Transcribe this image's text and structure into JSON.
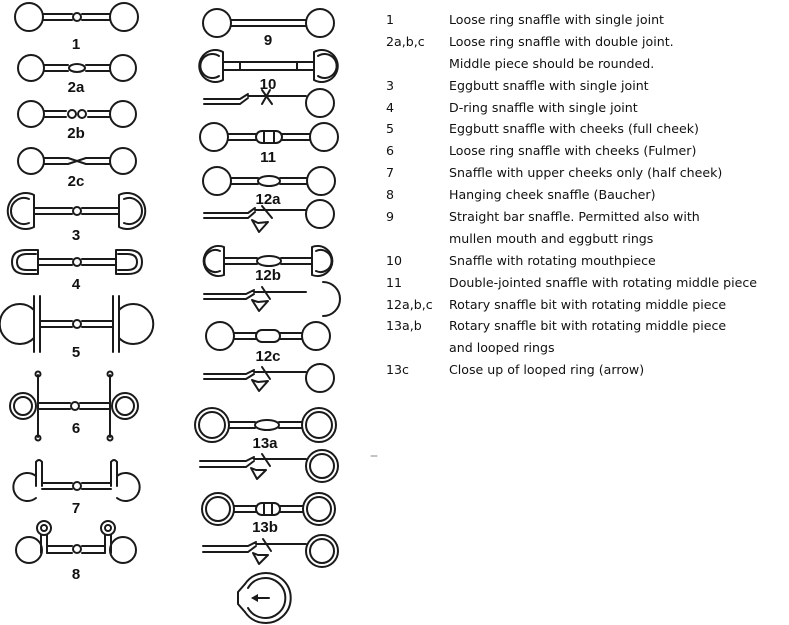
{
  "bits": [
    {
      "label": "1",
      "name": "loose-ring-snaffle-single-joint"
    },
    {
      "label": "2a",
      "name": "loose-ring-snaffle-double-joint-a"
    },
    {
      "label": "2b",
      "name": "loose-ring-snaffle-double-joint-b"
    },
    {
      "label": "2c",
      "name": "loose-ring-snaffle-double-joint-c"
    },
    {
      "label": "3",
      "name": "eggbutt-snaffle"
    },
    {
      "label": "4",
      "name": "d-ring-snaffle"
    },
    {
      "label": "5",
      "name": "eggbutt-full-cheek-snaffle"
    },
    {
      "label": "6",
      "name": "fulmer-snaffle"
    },
    {
      "label": "7",
      "name": "half-cheek-snaffle"
    },
    {
      "label": "8",
      "name": "hanging-cheek-snaffle"
    },
    {
      "label": "9",
      "name": "straight-bar-snaffle"
    },
    {
      "label": "10",
      "name": "rotating-mouthpiece-snaffle"
    },
    {
      "label": "11",
      "name": "double-jointed-rotating-middle-snaffle"
    },
    {
      "label": "12a",
      "name": "rotary-snaffle-a"
    },
    {
      "label": "12b",
      "name": "rotary-snaffle-b"
    },
    {
      "label": "12c",
      "name": "rotary-snaffle-c"
    },
    {
      "label": "13a",
      "name": "rotary-looped-snaffle-a"
    },
    {
      "label": "13b",
      "name": "rotary-looped-snaffle-b"
    }
  ],
  "legend": [
    {
      "key": "1",
      "text": "Loose ring snaffle with single joint"
    },
    {
      "key": "2a,b,c",
      "text": "Loose ring snaffle with double joint."
    },
    {
      "key": "",
      "text": "Middle piece should be rounded."
    },
    {
      "key": "3",
      "text": "Eggbutt snaffle with single joint"
    },
    {
      "key": "4",
      "text": "D-ring snaffle with single joint"
    },
    {
      "key": "5",
      "text": "Eggbutt snaffle with cheeks (full cheek)"
    },
    {
      "key": "6",
      "text": "Loose ring snaffle with cheeks (Fulmer)"
    },
    {
      "key": "7",
      "text": "Snaffle with upper cheeks only (half cheek)"
    },
    {
      "key": "8",
      "text": "Hanging cheek snaffle (Baucher)"
    },
    {
      "key": "9",
      "text": "Straight bar snaffle. Permitted also with"
    },
    {
      "key": "",
      "text": "mullen mouth and eggbutt rings"
    },
    {
      "key": "10",
      "text": "Snaffle with rotating mouthpiece"
    },
    {
      "key": "11",
      "text": "Double-jointed snaffle with rotating middle piece"
    },
    {
      "key": "12a,b,c",
      "text": "Rotary snaffle bit with rotating middle piece"
    },
    {
      "key": "13a,b",
      "text": "Rotary snaffle bit with rotating middle piece"
    },
    {
      "key": "",
      "text": "and looped rings"
    },
    {
      "key": "13c",
      "text": "Close up of looped ring (arrow)"
    }
  ]
}
